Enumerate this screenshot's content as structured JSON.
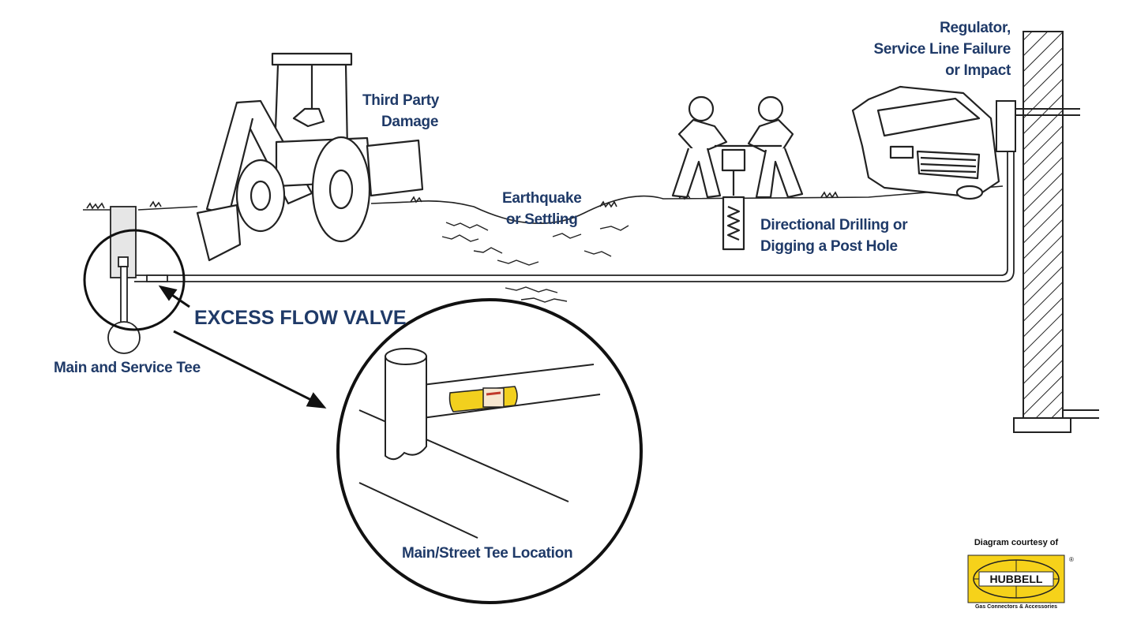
{
  "labels": {
    "third_party": [
      "Third Party",
      "Damage"
    ],
    "earthquake": [
      "Earthquake",
      "or Settling"
    ],
    "drilling": [
      "Directional Drilling or",
      "Digging a Post Hole"
    ],
    "regulator": [
      "Regulator,",
      "Service Line Failure",
      "or Impact"
    ],
    "excess_flow_valve": "EXCESS FLOW VALVE",
    "main_service_tee": "Main and Service Tee",
    "street_tee": "Main/Street Tee Location"
  },
  "credit": {
    "line": "Diagram courtesy of",
    "brand": "HUBBELL",
    "tagline": "Gas Connectors & Accessories",
    "trademark": "®"
  },
  "colors": {
    "label_text": "#1f3a68",
    "line_art": "#222222",
    "valve_yellow": "#f2d01e",
    "logo_yellow": "#f6d21a"
  }
}
